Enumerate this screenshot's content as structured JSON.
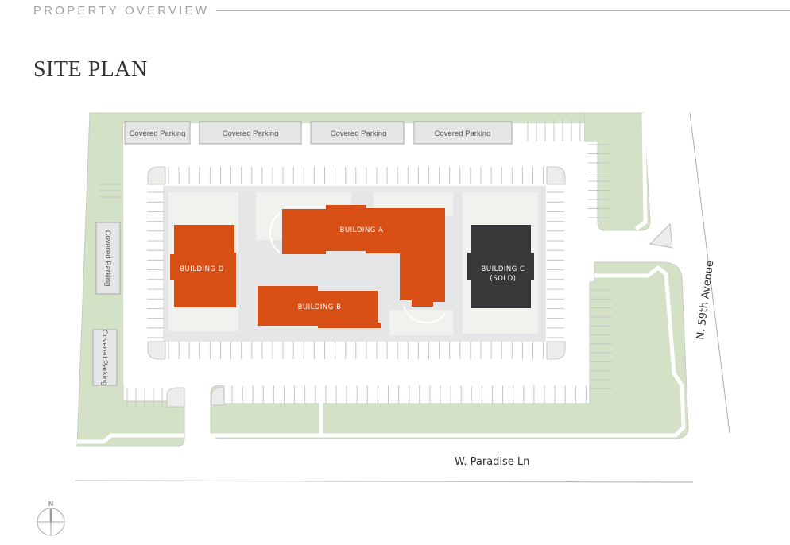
{
  "header": {
    "section": "PROPERTY OVERVIEW",
    "title": "SITE PLAN"
  },
  "colors": {
    "available": "#d84f16",
    "sold": "#37383a",
    "landscape": "#d3e1c6",
    "paving": "#e5e6e7"
  },
  "buildings": {
    "a": {
      "label": "BUILDING A",
      "status": "available"
    },
    "b": {
      "label": "BUILDING B",
      "status": "available"
    },
    "c": {
      "label": "BUILDING C",
      "note": "(SOLD)",
      "status": "sold"
    },
    "d": {
      "label": "BUILDING D",
      "status": "available"
    }
  },
  "covered_parking": [
    "Covered Parking",
    "Covered Parking",
    "Covered Parking",
    "Covered Parking",
    "Covered Parking",
    "Covered Parking"
  ],
  "streets": {
    "south": "W. Paradise Ln",
    "east": "N. 59th Avenue"
  },
  "compass": {
    "north_label": "N",
    "icon": "compass-icon"
  }
}
